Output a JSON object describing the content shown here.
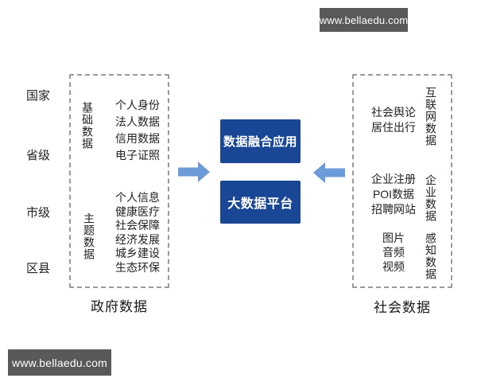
{
  "watermark": {
    "text": "www.bellaedu.com"
  },
  "left_levels": [
    "国家",
    "省级",
    "市级",
    "区县"
  ],
  "gov_box": {
    "caption": "政府数据",
    "groups": [
      {
        "vertical_label": "基础数据",
        "items": [
          "个人身份",
          "法人数据",
          "信用数据",
          "电子证照"
        ]
      },
      {
        "vertical_label": "主题数据",
        "items": [
          "个人信息",
          "健康医疗",
          "社会保障",
          "经济发展",
          "城乡建设",
          "生态环保"
        ]
      }
    ]
  },
  "center": {
    "top_box": "数据融合应用",
    "bottom_box": "大数据平台"
  },
  "social_box": {
    "caption": "社会数据",
    "groups": [
      {
        "vertical_label": "互联网数据",
        "items": [
          "社会舆论",
          "居住出行"
        ]
      },
      {
        "vertical_label": "企业数据",
        "items": [
          "企业注册",
          "POI数据",
          "招聘网站"
        ]
      },
      {
        "vertical_label": "感知数据",
        "items": [
          "图片",
          "音频",
          "视频"
        ]
      }
    ]
  },
  "colors": {
    "box_blue": "#1a4795",
    "arrow_blue": "#6d9ad8",
    "dashed_border": "#999999",
    "watermark_bg": "#595959",
    "text": "#222222"
  }
}
